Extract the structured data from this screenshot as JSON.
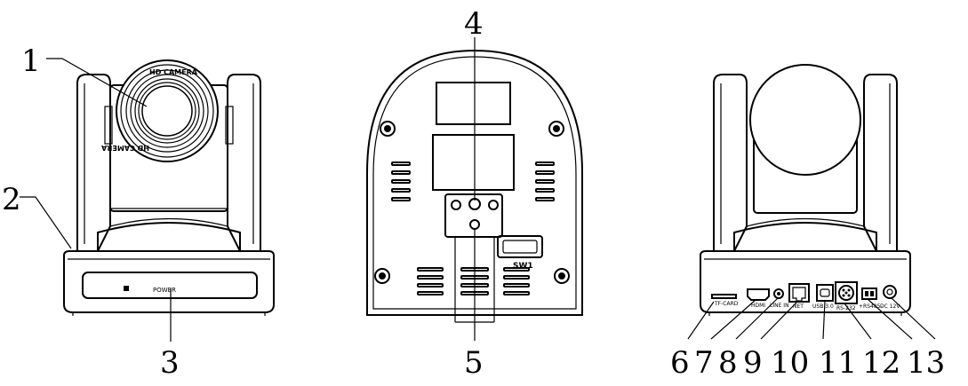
{
  "callouts": {
    "c1": "1",
    "c2": "2",
    "c3": "3",
    "c4": "4",
    "c5": "5",
    "c6": "6",
    "c7": "7",
    "c8": "8",
    "c9": "9",
    "c10": "10",
    "c11": "11",
    "c12": "12",
    "c13": "13"
  },
  "front_view": {
    "lens_ring_top": "HD CAMERA",
    "lens_ring_bottom": "HD CAMERA",
    "power_label": "POWER"
  },
  "bottom_view": {
    "switch_label": "SW1"
  },
  "rear_view": {
    "port_tf_card": "TF-CARD",
    "port_hdmi": "HDMI",
    "port_line_in": "LINE IN",
    "port_net": "NET",
    "port_usb": "USB 3.0",
    "port_rs232": "RS-232",
    "port_rs485": "+RS485-",
    "port_dc": "DC 12V"
  }
}
